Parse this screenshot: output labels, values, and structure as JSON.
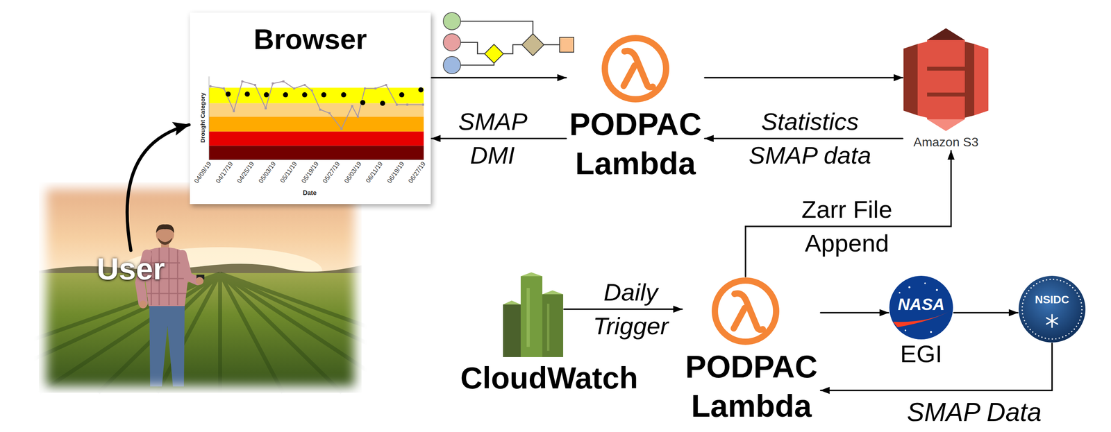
{
  "diagram": {
    "nodes": [
      {
        "text": [
          "Browser"
        ]
      },
      {
        "text": [
          "PODPAC Lambda"
        ]
      },
      {
        "text": [
          "Amazon S3"
        ]
      },
      {
        "text": [
          "User"
        ]
      },
      {
        "text": [
          "CloudWatch"
        ]
      },
      {
        "text": [
          "PODPAC Lambda"
        ]
      },
      {
        "text": [
          "NASA",
          "EGI"
        ]
      },
      {
        "text": [
          "NSIDC"
        ]
      }
    ],
    "edges": [
      {
        "from": 3,
        "to": 0,
        "arrow": "to"
      },
      {
        "from": 0,
        "to": 1,
        "arrow": "to"
      },
      {
        "from": 1,
        "to": 0,
        "label": "SMAP DMI",
        "arrow": "to"
      },
      {
        "from": 1,
        "to": 2,
        "arrow": "to"
      },
      {
        "from": 2,
        "to": 1,
        "label": "Statistics SMAP data",
        "arrow": "to"
      },
      {
        "from": 4,
        "to": 5,
        "label": "Daily Trigger",
        "arrow": "to"
      },
      {
        "from": 5,
        "to": 2,
        "label": "Zarr File Append",
        "arrow": "to"
      },
      {
        "from": 5,
        "to": 6,
        "arrow": "to"
      },
      {
        "from": 6,
        "to": 7,
        "arrow": "to"
      },
      {
        "from": 7,
        "to": 5,
        "label": "SMAP Data",
        "arrow": "to"
      }
    ],
    "labels": [
      "Drought Category",
      "04/09/19",
      "04/17/19",
      "04/25/19",
      "05/03/19",
      "05/11/19",
      "05/19/19",
      "05/27/19",
      "06/03/19",
      "06/11/19",
      "06/19/19",
      "06/27/19",
      "Date"
    ]
  }
}
